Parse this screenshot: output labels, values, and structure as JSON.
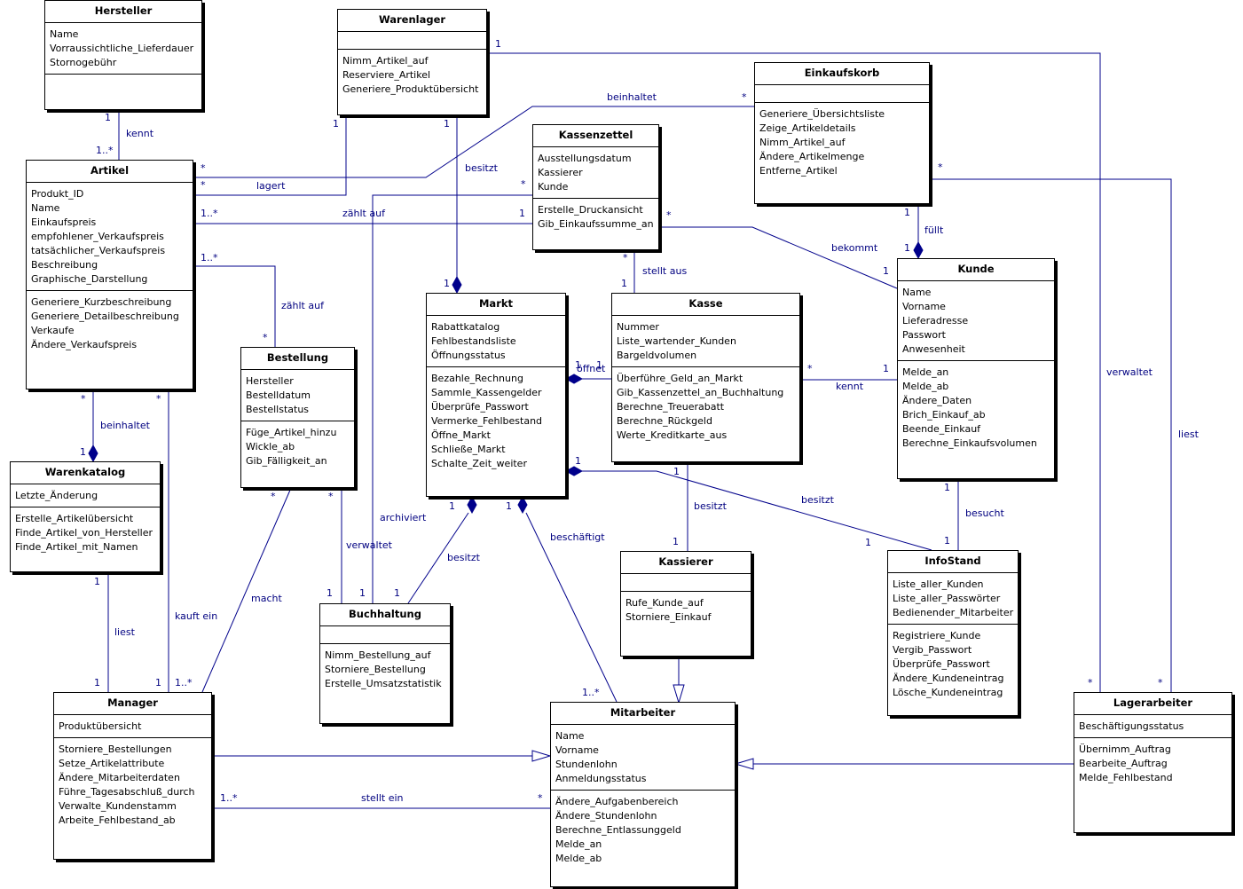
{
  "colors": {
    "line": "#00008b",
    "label": "#000080",
    "border": "#000000",
    "shadow": "#000000"
  },
  "classes": {
    "hersteller": {
      "title": "Hersteller",
      "attributes": [
        "Name",
        "Vorraussichtliche_Lieferdauer",
        "Stornogebühr"
      ],
      "operations": []
    },
    "warenlager": {
      "title": "Warenlager",
      "attributes": [],
      "operations": [
        "Nimm_Artikel_auf",
        "Reserviere_Artikel",
        "Generiere_Produktübersicht"
      ]
    },
    "einkaufskorb": {
      "title": "Einkaufskorb",
      "attributes": [],
      "operations": [
        "Generiere_Übersichtsliste",
        "Zeige_Artikeldetails",
        "Nimm_Artikel_auf",
        "Ändere_Artikelmenge",
        "Entferne_Artikel"
      ]
    },
    "kassenzettel": {
      "title": "Kassenzettel",
      "attributes": [
        "Ausstellungsdatum",
        "Kassierer",
        "Kunde"
      ],
      "operations": [
        "Erstelle_Druckansicht",
        "Gib_Einkaufssumme_an"
      ]
    },
    "artikel": {
      "title": "Artikel",
      "attributes": [
        "Produkt_ID",
        "Name",
        "Einkaufspreis",
        "empfohlener_Verkaufspreis",
        "tatsächlicher_Verkaufspreis",
        "Beschreibung",
        "Graphische_Darstellung"
      ],
      "operations": [
        "Generiere_Kurzbeschreibung",
        "Generiere_Detailbeschreibung",
        "Verkaufe",
        "Ändere_Verkaufspreis"
      ]
    },
    "kunde": {
      "title": "Kunde",
      "attributes": [
        "Name",
        "Vorname",
        "Lieferadresse",
        "Passwort",
        "Anwesenheit"
      ],
      "operations": [
        "Melde_an",
        "Melde_ab",
        "Ändere_Daten",
        "Brich_Einkauf_ab",
        "Beende_Einkauf",
        "Berechne_Einkaufsvolumen"
      ]
    },
    "markt": {
      "title": "Markt",
      "attributes": [
        "Rabattkatalog",
        "Fehlbestandsliste",
        "Öffnungsstatus"
      ],
      "operations": [
        "Bezahle_Rechnung",
        "Sammle_Kassengelder",
        "Überprüfe_Passwort",
        "Vermerke_Fehlbestand",
        "Öffne_Markt",
        "Schließe_Markt",
        "Schalte_Zeit_weiter"
      ]
    },
    "kasse": {
      "title": "Kasse",
      "attributes": [
        "Nummer",
        "Liste_wartender_Kunden",
        "Bargeldvolumen"
      ],
      "operations": [
        "Überführe_Geld_an_Markt",
        "Gib_Kassenzettel_an_Buchhaltung",
        "Berechne_Treuerabatt",
        "Berechne_Rückgeld",
        "Werte_Kreditkarte_aus"
      ]
    },
    "bestellung": {
      "title": "Bestellung",
      "attributes": [
        "Hersteller",
        "Bestelldatum",
        "Bestellstatus"
      ],
      "operations": [
        "Füge_Artikel_hinzu",
        "Wickle_ab",
        "Gib_Fälligkeit_an"
      ]
    },
    "warenkatalog": {
      "title": "Warenkatalog",
      "attributes": [
        "Letzte_Änderung"
      ],
      "operations": [
        "Erstelle_Artikelübersicht",
        "Finde_Artikel_von_Hersteller",
        "Finde_Artikel_mit_Namen"
      ]
    },
    "kassierer": {
      "title": "Kassierer",
      "attributes": [],
      "operations": [
        "Rufe_Kunde_auf",
        "Storniere_Einkauf"
      ]
    },
    "infostand": {
      "title": "InfoStand",
      "attributes": [
        "Liste_aller_Kunden",
        "Liste_aller_Passwörter",
        "Bedienender_Mitarbeiter"
      ],
      "operations": [
        "Registriere_Kunde",
        "Vergib_Passwort",
        "Überprüfe_Passwort",
        "Ändere_Kundeneintrag",
        "Lösche_Kundeneintrag"
      ]
    },
    "buchhaltung": {
      "title": "Buchhaltung",
      "attributes": [],
      "operations": [
        "Nimm_Bestellung_auf",
        "Storniere_Bestellung",
        "Erstelle_Umsatzstatistik"
      ]
    },
    "manager": {
      "title": "Manager",
      "attributes": [
        "Produktübersicht"
      ],
      "operations": [
        "Storniere_Bestellungen",
        "Setze_Artikelattribute",
        "Ändere_Mitarbeiterdaten",
        "Führe_Tagesabschluß_durch",
        "Verwalte_Kundenstamm",
        "Arbeite_Fehlbestand_ab"
      ]
    },
    "mitarbeiter": {
      "title": "Mitarbeiter",
      "attributes": [
        "Name",
        "Vorname",
        "Stundenlohn",
        "Anmeldungsstatus"
      ],
      "operations": [
        "Ändere_Aufgabenbereich",
        "Ändere_Stundenlohn",
        "Berechne_Entlassunggeld",
        "Melde_an",
        "Melde_ab"
      ]
    },
    "lagerarbeiter": {
      "title": "Lagerarbeiter",
      "attributes": [
        "Beschäftigungsstatus"
      ],
      "operations": [
        "Übernimm_Auftrag",
        "Bearbeite_Auftrag",
        "Melde_Fehlbestand"
      ]
    }
  },
  "associations": {
    "kennt_hersteller": {
      "name": "kennt",
      "m1": "1",
      "m2": "1..*"
    },
    "lagert": {
      "name": "lagert",
      "m1": "1",
      "m2": "*"
    },
    "beinhaltet_korb": {
      "name": "beinhaltet",
      "m1": "*",
      "m2": "*"
    },
    "zaehlt_auf_kz": {
      "name": "zählt auf",
      "m1": "1..*",
      "m2": "1"
    },
    "archiviert": {
      "name": "archiviert",
      "m1": "*",
      "m2": "1"
    },
    "besitzt_lager": {
      "name": "besitzt",
      "m1": "1",
      "m2": "1"
    },
    "stellt_aus": {
      "name": "stellt aus",
      "m1": "*",
      "m2": "1"
    },
    "fuellt": {
      "name": "füllt",
      "m1": "1",
      "m2": "1"
    },
    "bekommt": {
      "name": "bekommt",
      "m1": "*",
      "m2": "1"
    },
    "zaehlt_auf_best": {
      "name": "zählt auf",
      "m1": "1..*",
      "m2": "*"
    },
    "beinhaltet_katalog": {
      "name": "beinhaltet",
      "m1": "*",
      "m2": "1"
    },
    "kauft_ein": {
      "name": "kauft ein",
      "m1": "*",
      "m2": "1"
    },
    "oeffnet": {
      "name": "öffnet",
      "m1": "1",
      "m2": "1"
    },
    "kennt_kunde": {
      "name": "kennt",
      "m1": "*",
      "m2": "1"
    },
    "besitzt_info": {
      "name": "besitzt",
      "m1": "1",
      "m2": "1"
    },
    "besitzt_kassierer": {
      "name": "besitzt",
      "m1": "1",
      "m2": "1"
    },
    "besucht": {
      "name": "besucht",
      "m1": "1",
      "m2": "1"
    },
    "besitzt_buch": {
      "name": "besitzt",
      "m1": "1",
      "m2": "1"
    },
    "beschaeftigt": {
      "name": "beschäftigt",
      "m1": "1",
      "m2": "1..*"
    },
    "liest_katalog": {
      "name": "liest",
      "m1": "1",
      "m2": "1"
    },
    "macht": {
      "name": "macht",
      "m1": "*",
      "m2": "1..*"
    },
    "verwaltet_best": {
      "name": "verwaltet",
      "m1": "*",
      "m2": "1"
    },
    "stellt_ein": {
      "name": "stellt ein",
      "m1": "1..*",
      "m2": "*"
    },
    "verwaltet_lager": {
      "name": "verwaltet",
      "m1": "1",
      "m2": "*"
    },
    "liest_korb": {
      "name": "liest",
      "m1": "*",
      "m2": "*"
    }
  }
}
